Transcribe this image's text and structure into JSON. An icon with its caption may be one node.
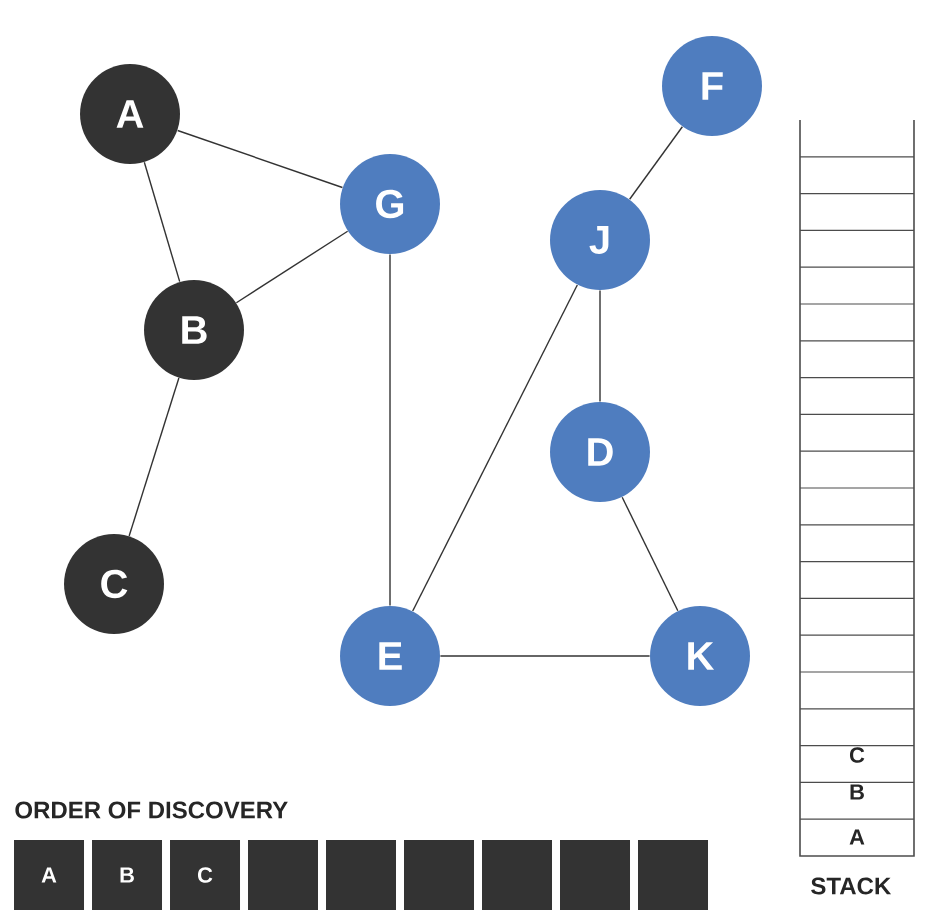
{
  "diagram": {
    "nodes": [
      {
        "text": [
          "A"
        ]
      },
      {
        "text": [
          "B"
        ]
      },
      {
        "text": [
          "C"
        ]
      },
      {
        "text": [
          "G"
        ]
      },
      {
        "text": [
          "F"
        ]
      },
      {
        "text": [
          "J"
        ]
      },
      {
        "text": [
          "D"
        ]
      },
      {
        "text": [
          "E"
        ]
      },
      {
        "text": [
          "K"
        ]
      }
    ],
    "edges": [
      {
        "from": 0,
        "to": 3,
        "arrow": "none"
      },
      {
        "from": 0,
        "to": 1,
        "arrow": "none"
      },
      {
        "from": 1,
        "to": 3,
        "arrow": "none"
      },
      {
        "from": 1,
        "to": 2,
        "arrow": "none"
      },
      {
        "from": 3,
        "to": 7,
        "arrow": "none"
      },
      {
        "from": 7,
        "to": 5,
        "arrow": "none"
      },
      {
        "from": 5,
        "to": 4,
        "arrow": "none"
      },
      {
        "from": 5,
        "to": 6,
        "arrow": "none"
      },
      {
        "from": 6,
        "to": 8,
        "arrow": "none"
      },
      {
        "from": 7,
        "to": 8,
        "arrow": "none"
      }
    ],
    "labels": [
      "C",
      "B",
      "A",
      "ORDER OF DISCOVERY",
      "A",
      "B",
      "C",
      "STACK"
    ]
  }
}
